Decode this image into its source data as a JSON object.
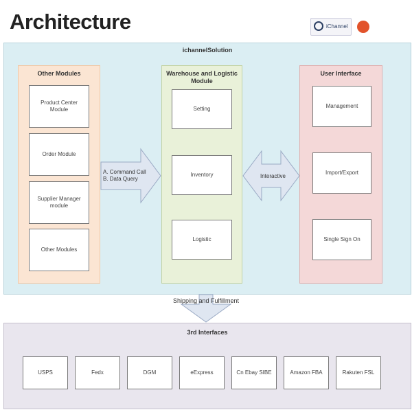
{
  "page": {
    "title": "Architecture"
  },
  "logos": {
    "logo1_text": "iChannel",
    "logo2_text": ""
  },
  "solution": {
    "label": "ichannelSolution",
    "other_modules": {
      "title": "Other Modules",
      "items": [
        "Product Center Module",
        "Order Module",
        "Supplier Manager module",
        "Other Modules"
      ]
    },
    "warehouse": {
      "title": "Warehouse and Logistic Module",
      "items": [
        "Setting",
        "Inventory",
        "Logistic"
      ]
    },
    "user_interface": {
      "title": "User Interface",
      "items": [
        "Management",
        "Import/Export",
        "Single Sign On"
      ]
    },
    "left_arrow": {
      "line1": "A. Command Call",
      "line2": "B. Data Query"
    },
    "right_arrow": {
      "label": "Interactive"
    }
  },
  "shipping": {
    "label": "Shipping and Fulfillment"
  },
  "interfaces": {
    "label": "3rd Interfaces",
    "items": [
      "USPS",
      "Fedx",
      "DGM",
      "eExpress",
      "Cn Ebay SIBE",
      "Amazon FBA",
      "Rakuten FSL"
    ]
  },
  "colors": {
    "solution_bg": "#dbeef3",
    "other_bg": "#fbe5d3",
    "warehouse_bg": "#e9f1d9",
    "ui_bg": "#f4d8d8",
    "interfaces_bg": "#e9e6ee",
    "arrow_fill": "#dfe6f1",
    "arrow_stroke": "#9aa9c4"
  }
}
